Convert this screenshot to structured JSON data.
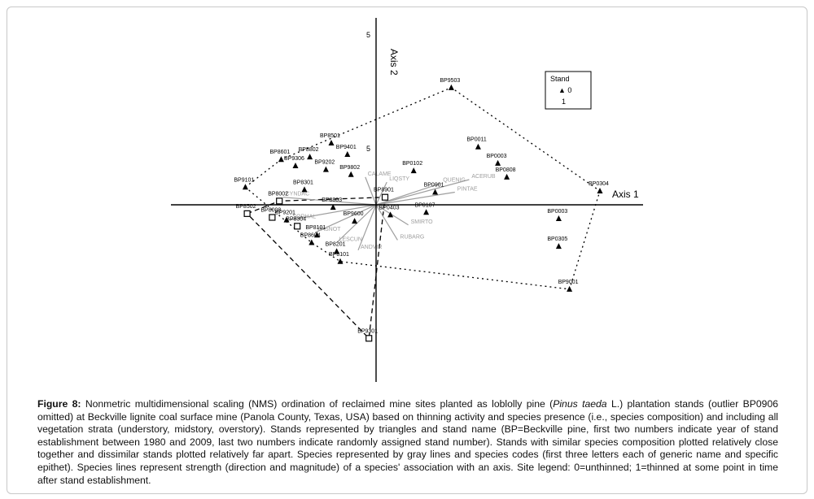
{
  "figure": {
    "label": "Figure 8:",
    "caption_parts": [
      "Nonmetric multidimensional scaling (NMS) ordination of reclaimed mine sites planted as loblolly pine (",
      "Pinus taeda",
      " L.) plantation stands (outlier BP0906 omitted) at Beckville lignite coal surface mine (Panola County, Texas, USA) based on thinning activity and species presence (i.e., species composition) and including all vegetation strata (understory, midstory, overstory). Stands represented by triangles and stand name (BP=Beckville pine, first two numbers indicate year of stand establishment between 1980 and 2009, last two numbers indicate randomly assigned stand number). Stands with similar species composition plotted relatively close together and dissimilar stands plotted relatively far apart. Species represented by gray lines and species codes (first three letters each of generic name and specific epithet). Species lines represent strength (direction and magnitude) of a species' association with an axis. Site legend: 0=unthinned; 1=thinned at some point in time after stand establishment."
    ]
  },
  "chart_data": {
    "type": "scatter",
    "title": "",
    "xlabel": "Axis 1",
    "ylabel": "Axis 2",
    "ytick_labels": [
      "5",
      "5"
    ],
    "legend": {
      "title": "Stand",
      "entries": [
        "▲ 0",
        "1"
      ],
      "placement": "top-right"
    },
    "colors": {
      "axis": "#000000",
      "stand": "#000000",
      "species": "#9e9e9e",
      "hull0": "#000000",
      "hull1": "#000000"
    },
    "stands_label_thinned": "1",
    "stands_label_unthinned": "0",
    "stand_points": [
      {
        "label": "BP9503",
        "x": 0.42,
        "y": 0.93,
        "group": "0"
      },
      {
        "label": "BP0011",
        "x": 0.57,
        "y": 0.46,
        "group": "0"
      },
      {
        "label": "BP0003",
        "x": 0.68,
        "y": 0.33,
        "group": "0"
      },
      {
        "label": "BP0808",
        "x": 0.73,
        "y": 0.22,
        "group": "0"
      },
      {
        "label": "BP0304",
        "x": 1.25,
        "y": 0.11,
        "group": "0"
      },
      {
        "label": "BP0102",
        "x": 0.21,
        "y": 0.27,
        "group": "0"
      },
      {
        "label": "BP0901",
        "x": 0.33,
        "y": 0.1,
        "group": "0"
      },
      {
        "label": "BP0107",
        "x": 0.28,
        "y": -0.06,
        "group": "0"
      },
      {
        "label": "BP0003",
        "x": 1.02,
        "y": -0.11,
        "group": "0"
      },
      {
        "label": "BP0305",
        "x": 1.02,
        "y": -0.33,
        "group": "0"
      },
      {
        "label": "BP9001",
        "x": 1.08,
        "y": -0.67,
        "group": "0"
      },
      {
        "label": "BP8501",
        "x": -0.25,
        "y": 0.49,
        "group": "0"
      },
      {
        "label": "BP9401",
        "x": -0.16,
        "y": 0.4,
        "group": "0"
      },
      {
        "label": "BP8802",
        "x": -0.37,
        "y": 0.38,
        "group": "0"
      },
      {
        "label": "BP9306",
        "x": -0.45,
        "y": 0.31,
        "group": "0"
      },
      {
        "label": "BP8601",
        "x": -0.53,
        "y": 0.36,
        "group": "0"
      },
      {
        "label": "BP9202",
        "x": -0.28,
        "y": 0.28,
        "group": "0"
      },
      {
        "label": "BP9802",
        "x": -0.14,
        "y": 0.24,
        "group": "0"
      },
      {
        "label": "BP9101",
        "x": -0.73,
        "y": 0.14,
        "group": "0"
      },
      {
        "label": "BP8301",
        "x": -0.4,
        "y": 0.12,
        "group": "0"
      },
      {
        "label": "BP8803",
        "x": -0.24,
        "y": -0.02,
        "group": "0"
      },
      {
        "label": "BP9600",
        "x": -0.12,
        "y": -0.13,
        "group": "0"
      },
      {
        "label": "BP9201",
        "x": -0.5,
        "y": -0.12,
        "group": "0"
      },
      {
        "label": "BP8101",
        "x": -0.33,
        "y": -0.24,
        "group": "0"
      },
      {
        "label": "BP8201",
        "x": -0.22,
        "y": -0.37,
        "group": "0"
      },
      {
        "label": "BP8604",
        "x": -0.36,
        "y": -0.3,
        "group": "0"
      },
      {
        "label": "BP0403",
        "x": 0.08,
        "y": -0.08,
        "group": "0"
      },
      {
        "label": "BP8008",
        "x": -0.58,
        "y": -0.1,
        "group": "1"
      },
      {
        "label": "BP8304",
        "x": -0.44,
        "y": -0.17,
        "group": "1"
      },
      {
        "label": "BP8101",
        "x": -0.2,
        "y": -0.45,
        "group": "0"
      },
      {
        "label": "BP8901",
        "x": 0.05,
        "y": 0.06,
        "group": "1"
      },
      {
        "label": "BP8502",
        "x": -0.72,
        "y": -0.07,
        "group": "1"
      },
      {
        "label": "BP8002",
        "x": -0.54,
        "y": 0.03,
        "group": "1"
      },
      {
        "label": "BP9301",
        "x": -0.04,
        "y": -1.06,
        "group": "1"
      }
    ],
    "species_vectors": [
      {
        "label": "ACERUB",
        "x": 0.52,
        "y": 0.2
      },
      {
        "label": "PINTAE",
        "x": 0.44,
        "y": 0.1
      },
      {
        "label": "QUENIG",
        "x": 0.36,
        "y": 0.17
      },
      {
        "label": "SMIRTO",
        "x": 0.18,
        "y": -0.16
      },
      {
        "label": "RUBARG",
        "x": 0.12,
        "y": -0.28
      },
      {
        "label": "CYNDAC",
        "x": -0.52,
        "y": 0.06
      },
      {
        "label": "SORHAL",
        "x": -0.48,
        "y": -0.12
      },
      {
        "label": "PASNOT",
        "x": -0.34,
        "y": -0.22
      },
      {
        "label": "LESCUN",
        "x": -0.22,
        "y": -0.3
      },
      {
        "label": "ANDVIR",
        "x": -0.1,
        "y": -0.36
      },
      {
        "label": "LIQSTY",
        "x": 0.06,
        "y": 0.18
      },
      {
        "label": "CALAME",
        "x": -0.06,
        "y": 0.22
      }
    ]
  }
}
